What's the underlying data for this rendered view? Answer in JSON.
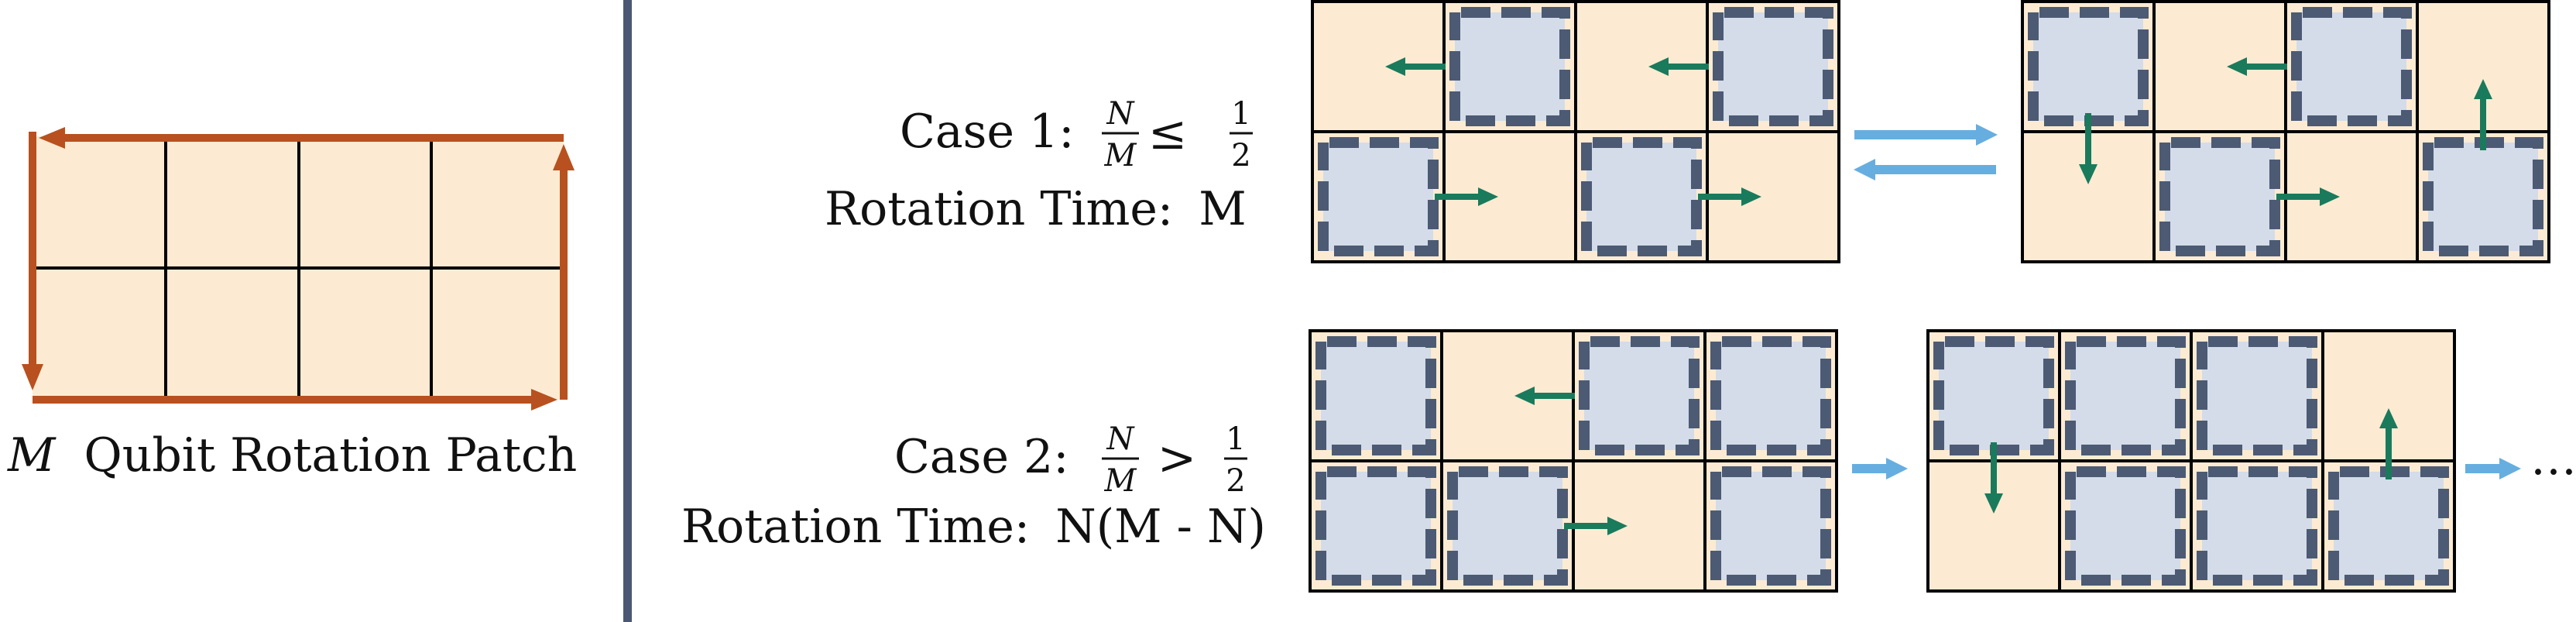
{
  "colors": {
    "tile_fill": "#fcebd2",
    "qubit_fill": "#d3dce8",
    "qubit_border": "#4c5a74",
    "move_arrow": "#1a7a5c",
    "step_arrow": "#66aee0",
    "rotation_arrow": "#b8511f",
    "divider": "#4a5874",
    "grid_line": "#000000"
  },
  "left_panel": {
    "label_symbol": "M",
    "label_text": "Qubit Rotation Patch"
  },
  "case1": {
    "title_prefix": "Case 1:",
    "frac_num": "N",
    "frac_den": "M",
    "relation": "≤",
    "half_num": "1",
    "half_den": "2",
    "rotation_label": "Rotation Time:",
    "rotation_value": "M"
  },
  "case2": {
    "title_prefix": "Case 2:",
    "frac_num": "N",
    "frac_den": "M",
    "relation": ">",
    "half_num": "1",
    "half_den": "2",
    "rotation_label": "Rotation Time:",
    "rotation_value": "N(M - N)",
    "continuation": "…"
  }
}
